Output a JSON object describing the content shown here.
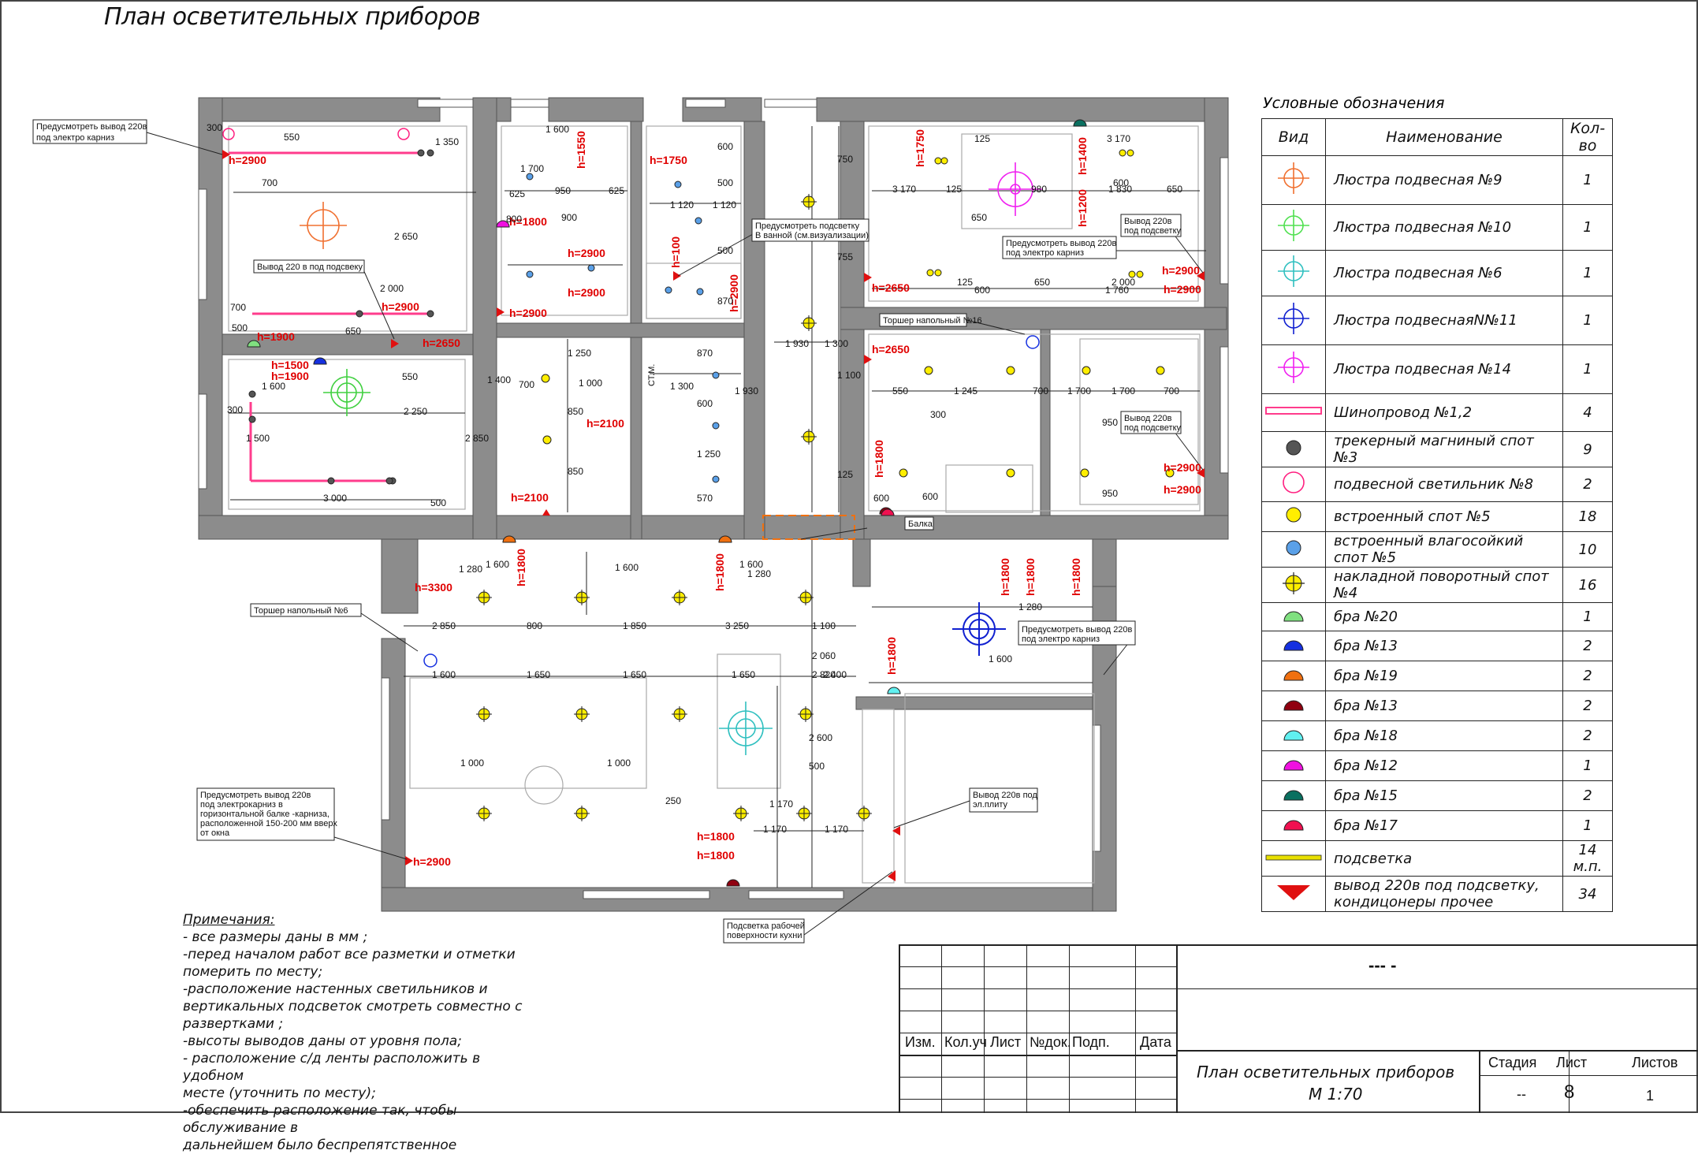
{
  "title": "План осветительных приборов",
  "plan": {
    "heights": [
      "h=2900",
      "h=2900",
      "h=1900",
      "h=2650",
      "h=1500",
      "h=1900",
      "h=1550",
      "h=1800",
      "h=2900",
      "h=2900",
      "h=2900",
      "h=1750",
      "h=100",
      "h=2900",
      "h=2100",
      "h=2100",
      "h=1750",
      "h=1400",
      "h=1200",
      "h=2650",
      "h=2900",
      "h=2900",
      "h=2650",
      "h=1800",
      "h=2900",
      "h=2900",
      "h=3300",
      "h=1800",
      "h=1800",
      "h=1800",
      "h=1800",
      "h=1800",
      "h=1800",
      "h=1800",
      "h=1800",
      "h=2900"
    ],
    "dims": [
      "300",
      "550",
      "1 350",
      "700",
      "2 650",
      "2 000",
      "700",
      "500",
      "650",
      "550",
      "1 600",
      "300",
      "2 250",
      "1 500",
      "2 850",
      "3 000",
      "500",
      "1 700",
      "950",
      "625",
      "625",
      "900",
      "1 600",
      "800",
      "1 400",
      "700",
      "1 000",
      "1 250",
      "850",
      "850",
      "1 120",
      "1 120",
      "500",
      "500",
      "600",
      "870",
      "870",
      "600",
      "1 250",
      "570",
      "1 300",
      "1 930",
      "750",
      "755",
      "1 930",
      "1 300",
      "1 100",
      "125",
      "3 170",
      "125",
      "980",
      "1 830",
      "650",
      "650",
      "125",
      "3 170",
      "125",
      "650",
      "2 000",
      "600",
      "1 760",
      "600",
      "550",
      "1 245",
      "700",
      "1 700",
      "1 700",
      "700",
      "300",
      "950",
      "600",
      "950",
      "600",
      "1 280",
      "1 600",
      "1 600",
      "1 600",
      "1 280",
      "2 850",
      "800",
      "1 850",
      "3 250",
      "1 100",
      "2 060",
      "2 400",
      "1 280",
      "1 600",
      "1 600",
      "1 650",
      "1 650",
      "1 650",
      "2 820",
      "2 600",
      "1 000",
      "1 000",
      "500",
      "250",
      "1 170",
      "1 170",
      "1 170"
    ],
    "callouts": {
      "c1a": "Предусмотреть вывод 220в",
      "c1b": "под электро карниз",
      "c2": "Вывод 220 в под подсвеку",
      "c3a": "Предусмотреть подсветку",
      "c3b": "В ванной (см.визуализации)",
      "c4a": "Предусмотреть вывод 220в",
      "c4b": "под электро карниз",
      "c5a": "Вывод 220в",
      "c5b": "под подсветку",
      "c6": "Торшер напольный №16",
      "c7a": "Вывод 220в",
      "c7b": "под подсветку",
      "c8": "Балка",
      "c9": "Торшер напольный    №6",
      "c10a": "Предусмотреть вывод 220в",
      "c10b": "под электро карниз",
      "c11a": "Предусмотреть вывод 220в",
      "c11b": "под электрокарниз в",
      "c11c": "горизонтальной балке -карниза,",
      "c11d": "расположенной 150-200 мм вверх",
      "c11e": "от окна",
      "c12a": "Вывод 220в под",
      "c12b": "эл.плиту",
      "c13a": "Подсветка рабочей",
      "c13b": "поверхности кухни",
      "st": "СТ.М."
    }
  },
  "legend": {
    "title": "Условные обозначения",
    "headers": {
      "view": "Вид",
      "name": "Наименование",
      "qty": "Кол-во"
    },
    "rows": [
      {
        "icon": "chandelier-crosshair",
        "color": "#f07030",
        "name": "Люстра подвесная №9",
        "qty": "1"
      },
      {
        "icon": "chandelier-crosshair",
        "color": "#50e050",
        "name": "Люстра подвесная №10",
        "qty": "1"
      },
      {
        "icon": "chandelier-crosshair",
        "color": "#30c0c0",
        "name": "Люстра подвесная №6",
        "qty": "1"
      },
      {
        "icon": "chandelier-crosshair",
        "color": "#1020d0",
        "name": "Люстра подвеснаяN№11",
        "qty": "1"
      },
      {
        "icon": "chandelier-crosshair",
        "color": "#f020f0",
        "name": "Люстра подвесная №14",
        "qty": "1"
      },
      {
        "icon": "busbar-line",
        "color": "#ff3c8c",
        "name": "Шинопровод №1,2",
        "qty": "4"
      },
      {
        "icon": "filled-circle",
        "color": "#555555",
        "name": "трекерный магниный спот №3",
        "qty": "9"
      },
      {
        "icon": "ring",
        "color": "#ff2080",
        "name": "подвесной светильник №8",
        "qty": "2"
      },
      {
        "icon": "filled-circle",
        "color": "#ffee00",
        "name": "встроенный спот №5",
        "qty": "18"
      },
      {
        "icon": "filled-circle",
        "color": "#5aa0e8",
        "name": "встроенный влагосойкий спот №5",
        "qty": "10"
      },
      {
        "icon": "cross-circle",
        "color": "#ffee00",
        "name": "накладной поворотный спот №4",
        "qty": "16"
      },
      {
        "icon": "half-dome",
        "color": "#80e080",
        "name": "бра №20",
        "qty": "1"
      },
      {
        "icon": "half-dome",
        "color": "#1530e0",
        "name": "бра №13",
        "qty": "2"
      },
      {
        "icon": "half-dome",
        "color": "#f07010",
        "name": "бра №19",
        "qty": "2"
      },
      {
        "icon": "half-dome",
        "color": "#900010",
        "name": "бра №13",
        "qty": "2"
      },
      {
        "icon": "half-dome",
        "color": "#60f0f0",
        "name": "бра №18",
        "qty": "2"
      },
      {
        "icon": "half-dome",
        "color": "#f010e0",
        "name": "бра №12",
        "qty": "1"
      },
      {
        "icon": "half-dome",
        "color": "#0a7060",
        "name": "бра №15",
        "qty": "2"
      },
      {
        "icon": "half-dome",
        "color": "#f01050",
        "name": "бра №17",
        "qty": "1"
      },
      {
        "icon": "strip-line",
        "color": "#e8e000",
        "name": "подсветка",
        "qty": "14 м.п."
      },
      {
        "icon": "triangle-down",
        "color": "#e01010",
        "name": "вывод 220в под подсветку, кондицонеры  прочее",
        "qty": "34"
      }
    ]
  },
  "notes": {
    "title": "Примечания:",
    "lines": [
      "- все размеры даны в мм ;",
      "-перед началом работ все разметки и отметки",
      "померить по месту;",
      "-расположение настенных светильников и",
      "вертикальных подсветок смотреть совместно с",
      "развертками ;",
      "-высоты выводов даны от уровня пола;",
      "- расположение с/д ленты расположить в удобном",
      "месте (уточнить по месту);",
      "-обеспечить расположение так, чтобы обслуживание в",
      "дальнейшем было беспрепятственное"
    ]
  },
  "stamp": {
    "cols": [
      "Изм.",
      "Кол.уч",
      "Лист",
      "№док.",
      "Подп.",
      "Дата"
    ],
    "project": "---        -",
    "sheet_title": "План осветительных приборов",
    "scale": "М 1:70",
    "stage_label": "Стадия",
    "sheet_label": "Лист",
    "sheets_label": "Листов",
    "stage": "--",
    "sheet": "8",
    "sheets": "1"
  }
}
